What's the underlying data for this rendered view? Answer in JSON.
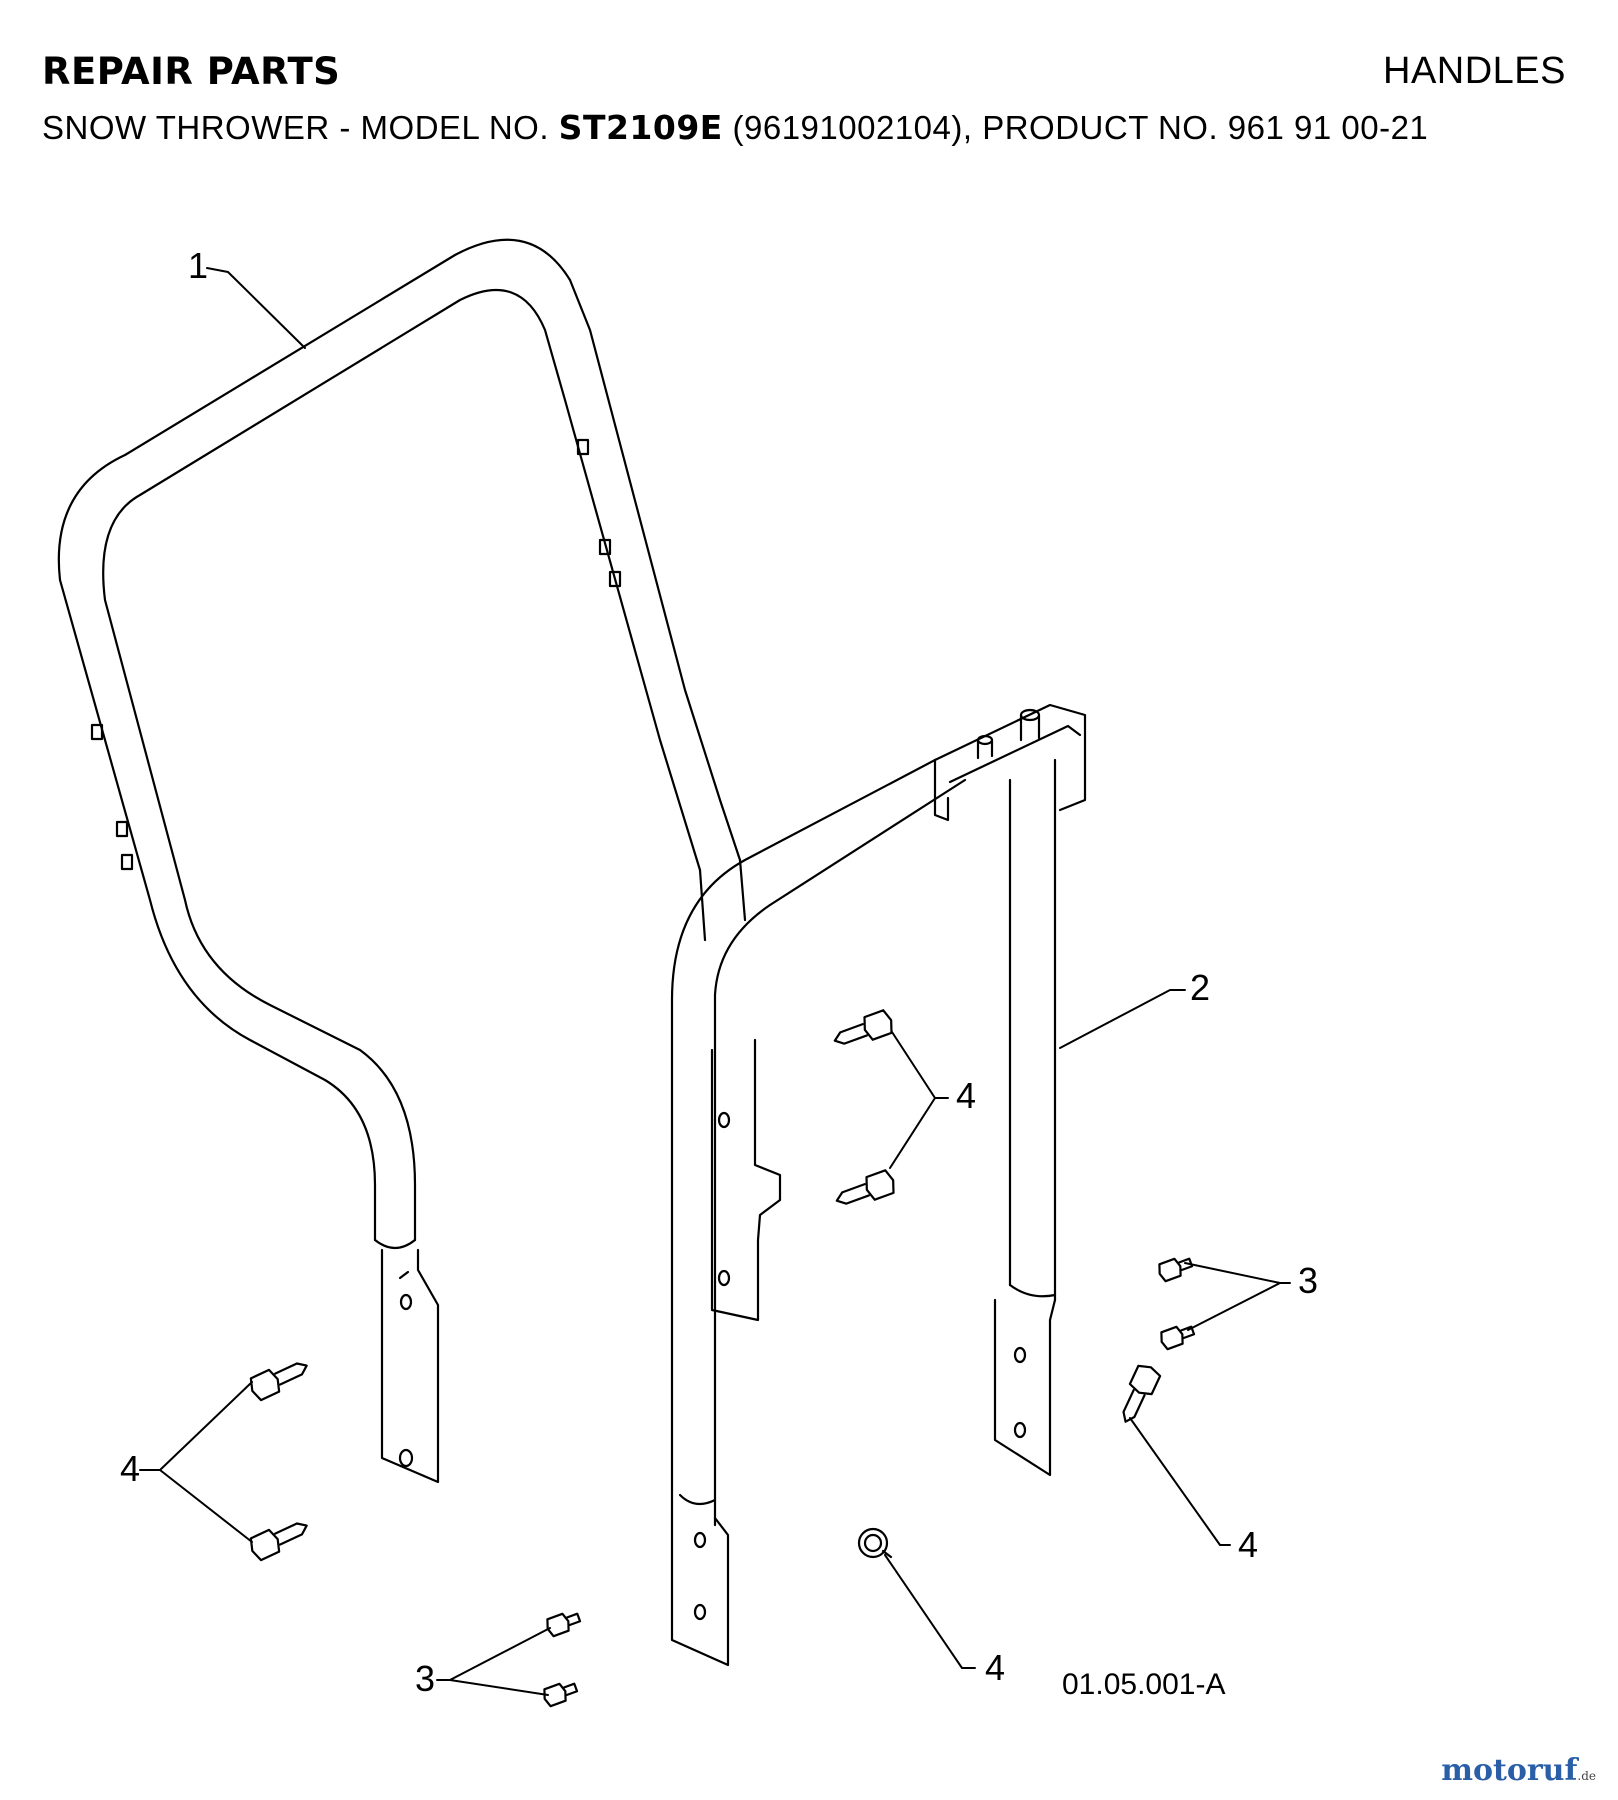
{
  "header": {
    "title": "REPAIR PARTS",
    "section": "HANDLES",
    "subtitle_prefix": "SNOW THROWER - MODEL NO. ",
    "model": "ST2109E",
    "subtitle_suffix": " (96191002104), PRODUCT NO. 961 91 00-21"
  },
  "callouts": {
    "c1": "1",
    "c2": "2",
    "c3a": "3",
    "c3b": "3",
    "c4a": "4",
    "c4b": "4",
    "c4c": "4",
    "c4d": "4"
  },
  "drawing_ref": "01.05.001-A",
  "watermark": {
    "brand": "motoruf",
    "tld": ".de"
  }
}
